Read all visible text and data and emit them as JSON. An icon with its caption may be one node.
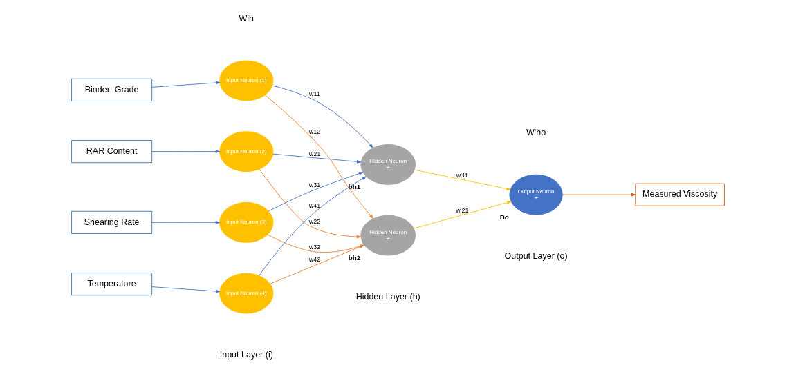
{
  "diagram": {
    "nodes": [
      {
        "text": [
          "Binder  Grade"
        ]
      },
      {
        "text": [
          "RAR Content"
        ]
      },
      {
        "text": [
          "Shearing Rate"
        ]
      },
      {
        "text": [
          "Temperature"
        ]
      },
      {
        "text": [
          "Input Neuron (1)"
        ]
      },
      {
        "text": [
          "Input Neuron (2)"
        ]
      },
      {
        "text": [
          "Input Neuron (3)"
        ]
      },
      {
        "text": [
          "Input Neuron (4)"
        ]
      },
      {
        "text": [
          "Hidden Neuron",
          "≁"
        ],
        "beside": [
          "bh1"
        ]
      },
      {
        "text": [
          "Hidden Neuron",
          "≁"
        ],
        "beside": [
          "bh2"
        ]
      },
      {
        "text": [
          "Output Neuron",
          "≁"
        ],
        "beside": [
          "Bo"
        ]
      },
      {
        "text": [
          "Measured Viscosity"
        ]
      }
    ],
    "edges": [
      {
        "from": 0,
        "to": 4,
        "arrow": "to"
      },
      {
        "from": 1,
        "to": 5,
        "arrow": "to"
      },
      {
        "from": 2,
        "to": 6,
        "arrow": "to"
      },
      {
        "from": 3,
        "to": 7,
        "arrow": "to"
      },
      {
        "from": 4,
        "to": 8,
        "arrow": "to",
        "label": "w11"
      },
      {
        "from": 4,
        "to": 9,
        "arrow": "to",
        "label": "w12",
        "color": "#ed7d31"
      },
      {
        "from": 5,
        "to": 8,
        "arrow": "to",
        "label": "w21"
      },
      {
        "from": 5,
        "to": 9,
        "arrow": "to",
        "label": "w22",
        "color": "#ed7d31"
      },
      {
        "from": 6,
        "to": 8,
        "arrow": "to",
        "label": "w31"
      },
      {
        "from": 6,
        "to": 9,
        "arrow": "to",
        "label": "w32",
        "color": "#ed7d31"
      },
      {
        "from": 7,
        "to": 8,
        "arrow": "to",
        "label": "w41"
      },
      {
        "from": 7,
        "to": 9,
        "arrow": "to",
        "label": "w42",
        "color": "#ed7d31"
      },
      {
        "from": 8,
        "to": 10,
        "arrow": "to",
        "label": "w'11",
        "color": "#ffc000"
      },
      {
        "from": 9,
        "to": 10,
        "arrow": "to",
        "label": "w'21",
        "color": "#ffc000"
      },
      {
        "from": 10,
        "to": 11,
        "arrow": "to",
        "color": "#c55a11"
      }
    ],
    "labels": [
      "Wih",
      "W'ho",
      "Output Layer (o)",
      "Hidden Layer (h)",
      "Input Layer (i)"
    ]
  }
}
